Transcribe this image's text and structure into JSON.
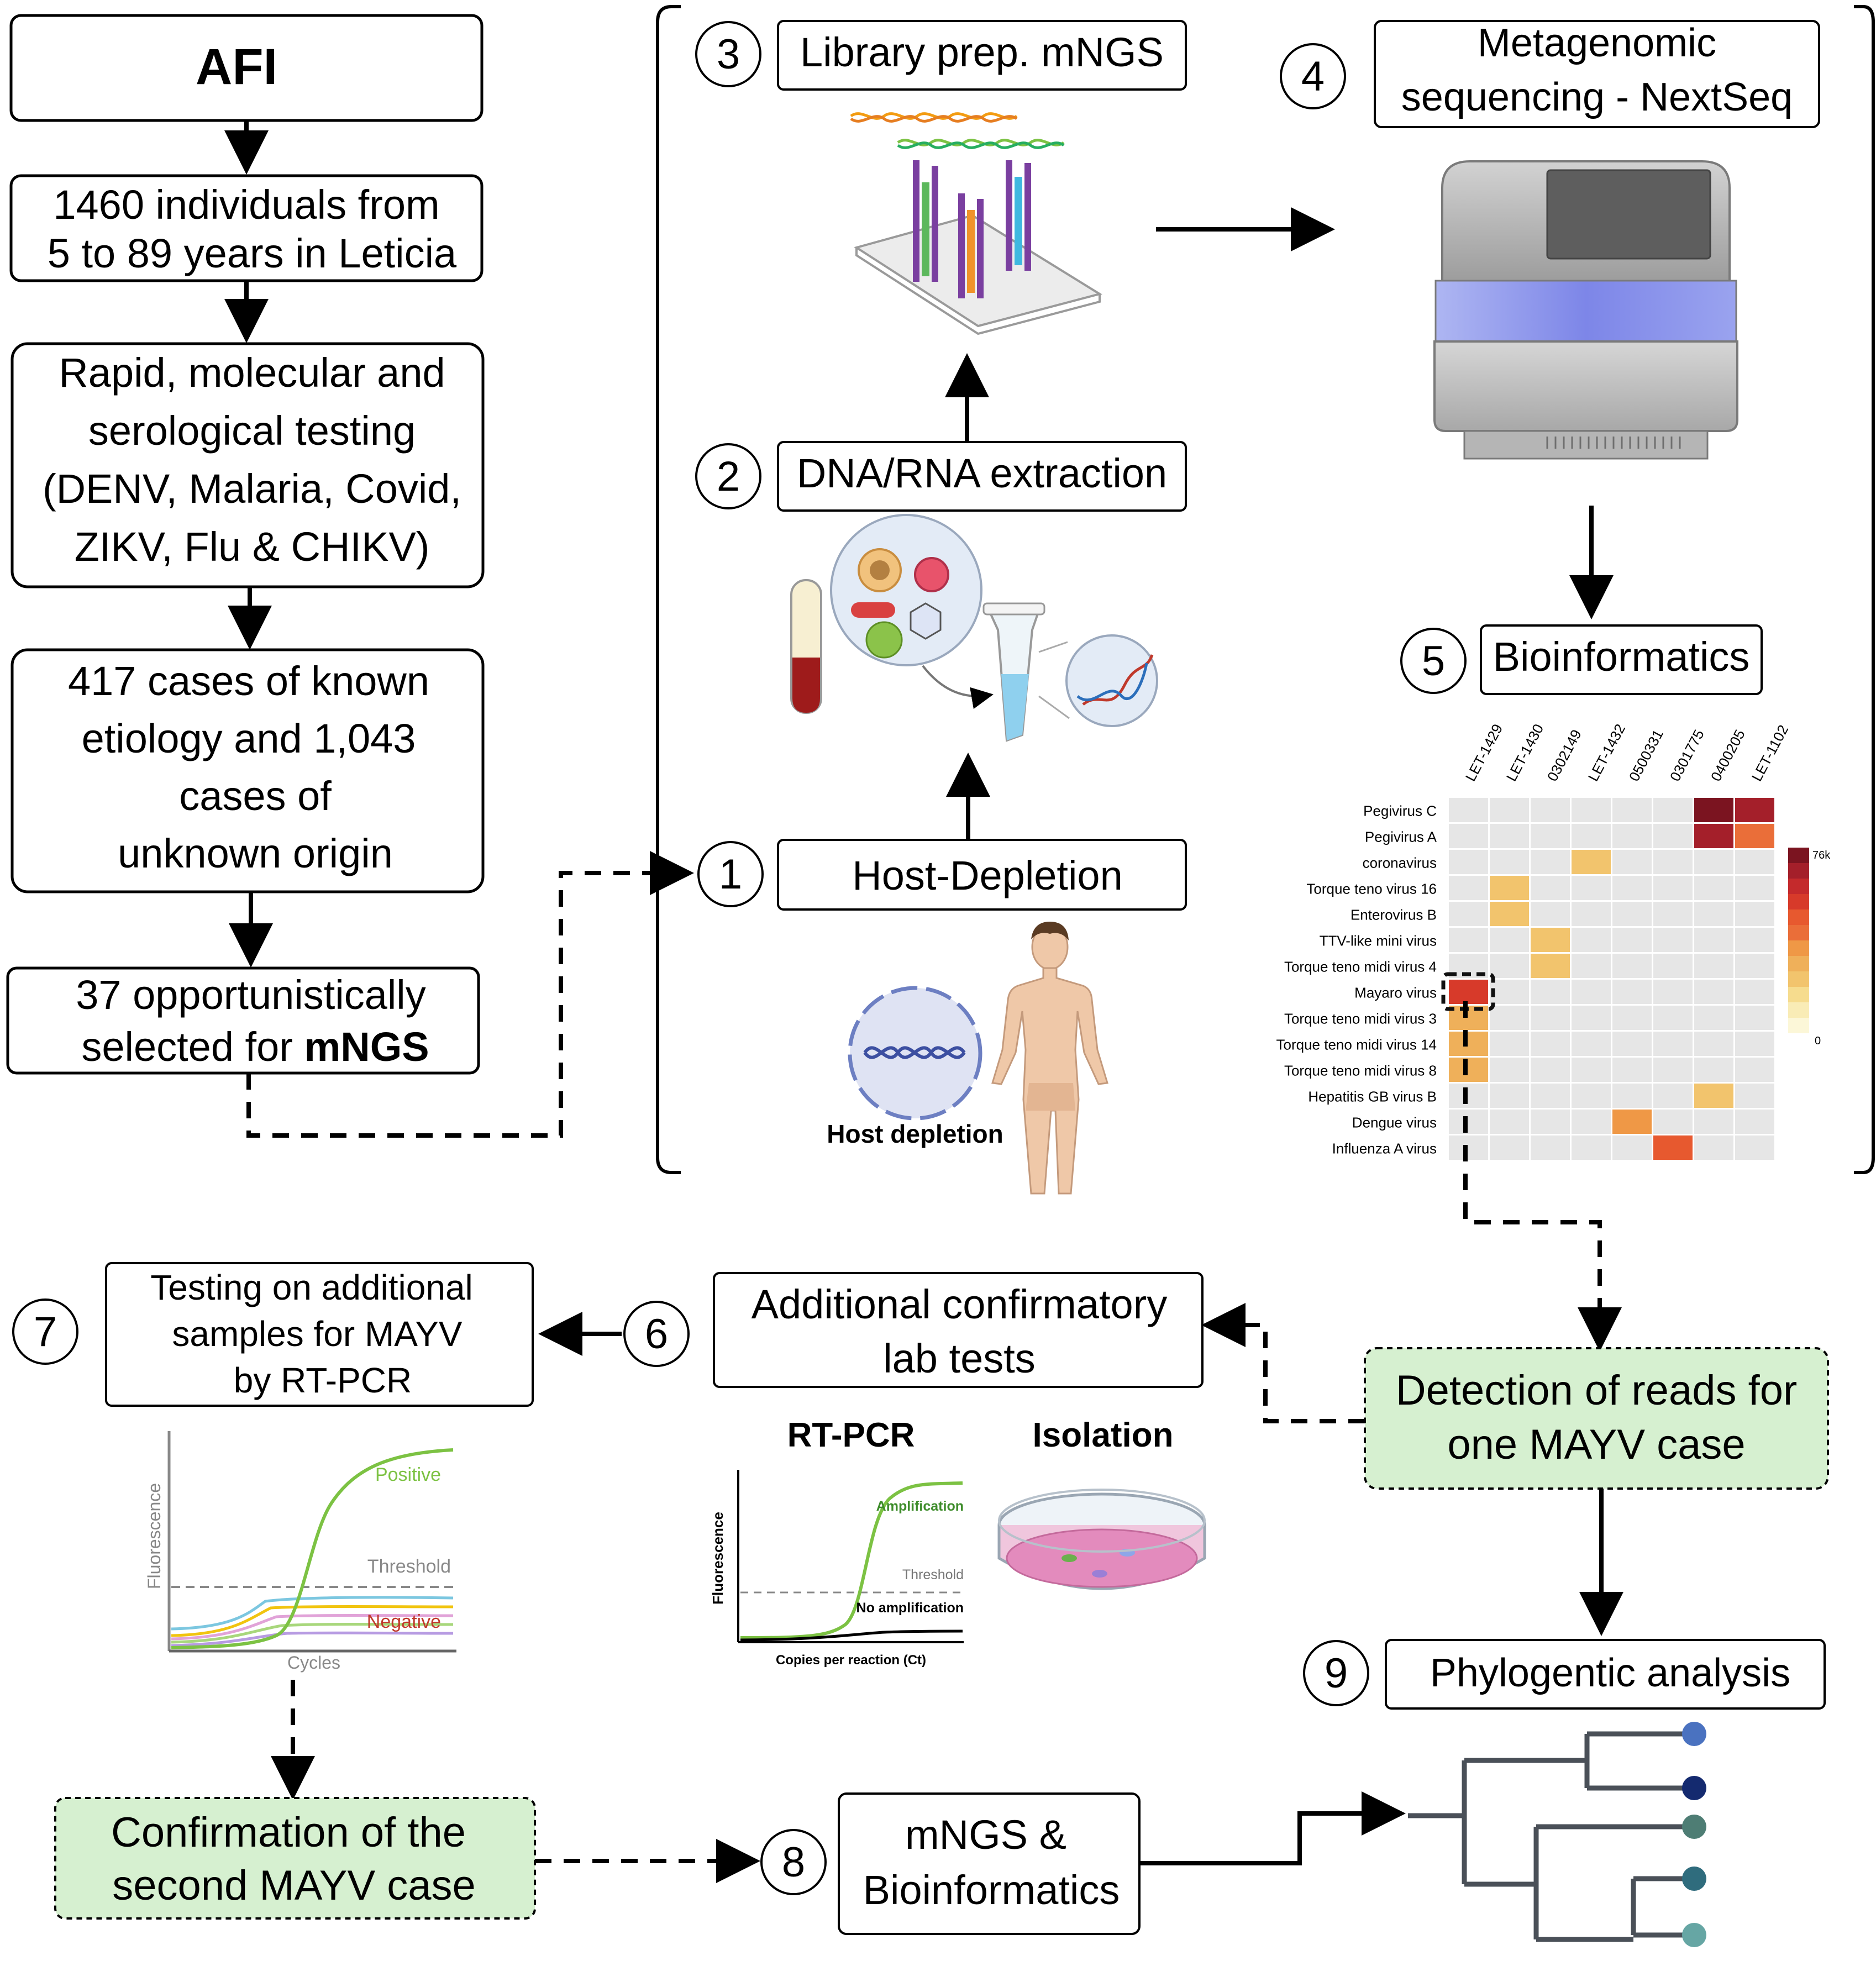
{
  "left_flow": {
    "afi": "AFI",
    "individuals": [
      "1460 individuals from",
      "5 to 89 years in Leticia"
    ],
    "testing": [
      "Rapid, molecular and",
      "serological testing",
      "(DENV, Malaria, Covid,",
      "ZIKV, Flu & CHIKV)"
    ],
    "cases": [
      "417 cases of known",
      "etiology and 1,043",
      "cases of",
      "unknown origin"
    ],
    "selected_prefix": "37 opportunistically",
    "selected_mid": "selected for ",
    "selected_bold": "mNGS"
  },
  "steps": {
    "s1": {
      "num": "1",
      "label": "Host-Depletion"
    },
    "s2": {
      "num": "2",
      "label": "DNA/RNA extraction"
    },
    "s3": {
      "num": "3",
      "label": "Library prep. mNGS"
    },
    "s4": {
      "num": "4",
      "label": [
        "Metagenomic",
        "sequencing - NextSeq"
      ]
    },
    "s5": {
      "num": "5",
      "label": "Bioinformatics"
    },
    "s6": {
      "num": "6",
      "label": [
        "Additional confirmatory",
        "lab tests"
      ]
    },
    "s7": {
      "num": "7",
      "label": [
        "Testing on additional",
        "samples for MAYV",
        "by RT-PCR"
      ]
    },
    "s8": {
      "num": "8",
      "label": [
        "mNGS &",
        "Bioinformatics"
      ]
    },
    "s9": {
      "num": "9",
      "label": "Phylogentic analysis"
    }
  },
  "host_depletion_caption": "Host depletion",
  "detection": [
    "Detection of reads for",
    "one MAYV case"
  ],
  "confirmation": [
    "Confirmation of the",
    "second MAYV case"
  ],
  "rtpcr_small": {
    "title": "RT-PCR",
    "ylabel": "Fluorescence",
    "xlabel": "Copies per reaction (Ct)",
    "amplification": "Amplification",
    "threshold": "Threshold",
    "no_amplification": "No amplification"
  },
  "isolation_title": "Isolation",
  "rtpcr_large": {
    "ylabel": "Fluorescence",
    "xlabel": "Cycles",
    "positive": "Positive",
    "threshold": "Threshold",
    "negative": "Negative"
  },
  "colors": {
    "green_box": "#d6f0d0",
    "positive_curve": "#7cc243",
    "negative_text": "#c0392b",
    "heat_empty": "#e6e6e6"
  },
  "chart_data": {
    "type": "heatmap",
    "columns": [
      "LET-1429",
      "LET-1430",
      "0302149",
      "LET-1432",
      "0500331",
      "0301775",
      "0400205",
      "LET-1102"
    ],
    "rows": [
      "Pegivirus C",
      "Pegivirus A",
      "coronavirus",
      "Torque teno virus 16",
      "Enterovirus B",
      "TTV-like mini virus",
      "Torque teno midi virus 4",
      "Mayaro virus",
      "Torque teno midi virus 3",
      "Torque teno midi virus 14",
      "Torque teno midi virus 8",
      "Hepatitis GB virus B",
      "Dengue virus",
      "Influenza A virus"
    ],
    "cells": [
      {
        "row": 0,
        "col": 6,
        "color": "#7b1420"
      },
      {
        "row": 0,
        "col": 7,
        "color": "#a41f2a"
      },
      {
        "row": 1,
        "col": 6,
        "color": "#a41f2a"
      },
      {
        "row": 1,
        "col": 7,
        "color": "#ea6e39"
      },
      {
        "row": 2,
        "col": 3,
        "color": "#f2c46d"
      },
      {
        "row": 3,
        "col": 1,
        "color": "#f2c46d"
      },
      {
        "row": 4,
        "col": 1,
        "color": "#f2c46d"
      },
      {
        "row": 5,
        "col": 2,
        "color": "#f2c46d"
      },
      {
        "row": 6,
        "col": 2,
        "color": "#f2c46d"
      },
      {
        "row": 7,
        "col": 0,
        "color": "#d73a2a"
      },
      {
        "row": 8,
        "col": 0,
        "color": "#efb05a"
      },
      {
        "row": 9,
        "col": 0,
        "color": "#efb05a"
      },
      {
        "row": 10,
        "col": 0,
        "color": "#efb05a"
      },
      {
        "row": 11,
        "col": 6,
        "color": "#f2c46d"
      },
      {
        "row": 12,
        "col": 4,
        "color": "#ef9846"
      },
      {
        "row": 13,
        "col": 5,
        "color": "#e7592f"
      }
    ],
    "highlighted_row": "Mayaro virus",
    "legend": {
      "max_label": "76k",
      "min_label": "0",
      "colors": [
        "#7b1420",
        "#a41f2a",
        "#c42a2c",
        "#d73a2a",
        "#e7592f",
        "#ea6e39",
        "#ef9846",
        "#efb05a",
        "#f2c46d",
        "#f6dc8e",
        "#f9ecb6",
        "#fcf7d8"
      ]
    }
  }
}
